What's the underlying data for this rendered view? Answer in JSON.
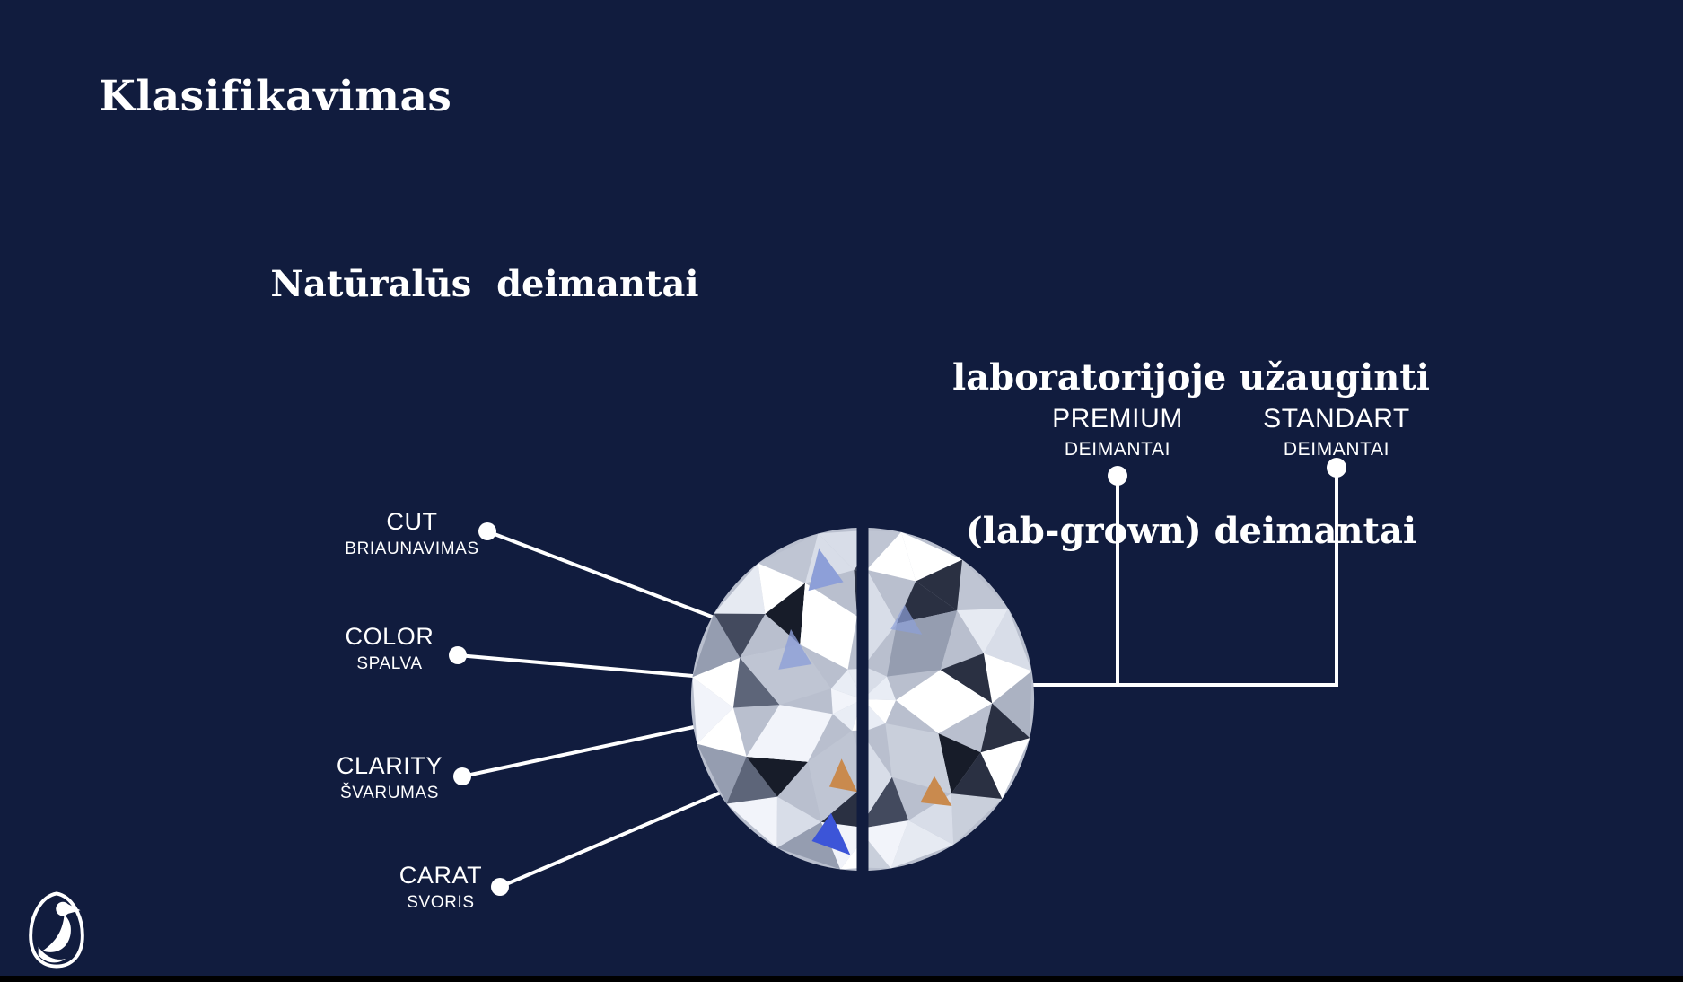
{
  "slide": {
    "title": "Klasifikavimas",
    "left_section": {
      "heading": "Natūralūs  deimantai",
      "labels": [
        {
          "title": "CUT",
          "subtitle": "BRIAUNAVIMAS"
        },
        {
          "title": "COLOR",
          "subtitle": "SPALVA"
        },
        {
          "title": "CLARITY",
          "subtitle": "ŠVARUMAS"
        },
        {
          "title": "CARAT",
          "subtitle": "SVORIS"
        }
      ]
    },
    "right_section": {
      "heading_line1": "laboratorijoje užauginti",
      "heading_line2": "(lab-grown) deimantai",
      "labels": [
        {
          "title": "PREMIUM",
          "subtitle": "DEIMANTAI"
        },
        {
          "title": "STANDART",
          "subtitle": "DEIMANTAI"
        }
      ]
    },
    "center_image": "split-round-brilliant-diamond",
    "logo_icon": "bird-in-egg-logo"
  },
  "colors": {
    "background": "#111c3e",
    "text": "#ffffff",
    "connector_line": "#ffffff",
    "bottom_bar": "#000000",
    "diamond_accent_blue": "#3c55d8",
    "diamond_accent_periwinkle": "#8d9fd8",
    "diamond_accent_orange": "#c98a4e"
  }
}
